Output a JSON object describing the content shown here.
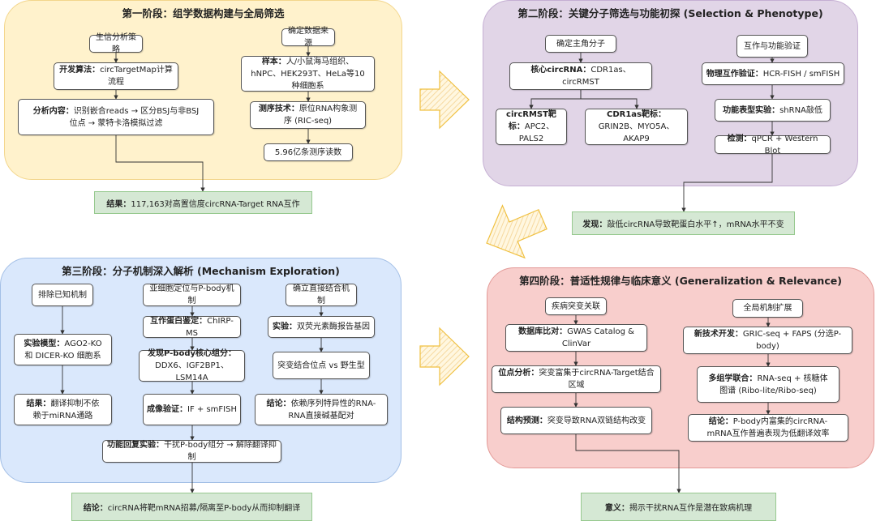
{
  "colors": {
    "stage1": "#fff2cc",
    "stage2": "#e1d5e7",
    "stage3": "#dae8fc",
    "stage4": "#f8cecc",
    "result": "#d5e8d4",
    "arrow": "#f0c040"
  },
  "stages": [
    {
      "title": "第一阶段：组学数据构建与全局筛选",
      "boxes": [
        {
          "bold": "",
          "text": "生信分析策略"
        },
        {
          "bold": "开发算法：",
          "text": "circTargetMap计算流程"
        },
        {
          "bold": "分析内容：",
          "text": "识别嵌合reads → 区分BSJ与非BSJ位点 → 蒙特卡洛模拟过滤"
        },
        {
          "bold": "",
          "text": "确定数据来源"
        },
        {
          "bold": "样本：",
          "text": "人/小鼠海马组织、hNPC、HEK293T、HeLa等10种细胞系"
        },
        {
          "bold": "测序技术：",
          "text": "原位RNA构象测序 (RIC-seq)"
        },
        {
          "bold": "",
          "text": "5.96亿条测序读数"
        }
      ],
      "result": {
        "bold": "结果：",
        "text": "117,163对高置信度circRNA-Target RNA互作"
      }
    },
    {
      "title": "第二阶段：关键分子筛选与功能初探 (Selection & Phenotype)",
      "boxes": [
        {
          "bold": "",
          "text": "确定主角分子"
        },
        {
          "bold": "核心circRNA：",
          "text": "CDR1as、circRMST"
        },
        {
          "bold": "circRMST靶标：",
          "text": "APC2、PALS2"
        },
        {
          "bold": "CDR1as靶标：",
          "text": "GRIN2B、MYO5A、AKAP9"
        },
        {
          "bold": "",
          "text": "互作与功能验证"
        },
        {
          "bold": "物理互作验证：",
          "text": "HCR-FISH / smFISH"
        },
        {
          "bold": "功能表型实验：",
          "text": "shRNA敲低"
        },
        {
          "bold": "检测：",
          "text": "qPCR  + Western Blot"
        }
      ],
      "result": {
        "bold": "发现：",
        "text": "敲低circRNA导致靶蛋白水平↑，mRNA水平不变"
      }
    },
    {
      "title": "第三阶段：分子机制深入解析 (Mechanism Exploration)",
      "boxes": [
        {
          "bold": "",
          "text": "排除已知机制"
        },
        {
          "bold": "实验模型：",
          "text": "AGO2-KO 和 DICER-KO 细胞系"
        },
        {
          "bold": "结果：",
          "text": "翻译抑制不依赖于miRNA通路"
        },
        {
          "bold": "",
          "text": "亚细胞定位与P-body机制"
        },
        {
          "bold": "互作蛋白鉴定：",
          "text": "ChIRP-MS"
        },
        {
          "bold": "发现P-body核心组分：",
          "text": "DDX6、IGF2BP1、LSM14A"
        },
        {
          "bold": "成像验证：",
          "text": "IF + smFISH"
        },
        {
          "bold": "",
          "text": "确立直接结合机制"
        },
        {
          "bold": "实验：",
          "text": "双荧光素酶报告基因"
        },
        {
          "bold": "",
          "text": "突变结合位点 vs 野生型"
        },
        {
          "bold": "结论：",
          "text": "依赖序列特异性的RNA-RNA直接碱基配对"
        },
        {
          "bold": "功能回复实验：",
          "text": "干扰P-body组分 → 解除翻译抑制"
        }
      ],
      "result": {
        "bold": "结论：",
        "text": "circRNA将靶mRNA招募/隔离至P-body从而抑制翻译"
      }
    },
    {
      "title": "第四阶段：普适性规律与临床意义 (Generalization & Relevance)",
      "boxes": [
        {
          "bold": "",
          "text": "疾病突变关联"
        },
        {
          "bold": "数据库比对：",
          "text": "GWAS Catalog & ClinVar"
        },
        {
          "bold": "位点分析：",
          "text": "突变富集于circRNA-Target结合区域"
        },
        {
          "bold": "结构预测：",
          "text": "突变导致RNA双链结构改变"
        },
        {
          "bold": "",
          "text": "全局机制扩展"
        },
        {
          "bold": "新技术开发：",
          "text": "GRIC-seq + FAPS (分选P-body)"
        },
        {
          "bold": "多组学联合：",
          "text": "RNA-seq + 核糖体图谱 (Ribo-lite/Ribo-seq)"
        },
        {
          "bold": "结论：",
          "text": "P-body内富集的circRNA-mRNA互作普遍表现为低翻译效率"
        }
      ],
      "result": {
        "bold": "意义：",
        "text": "揭示干扰RNA互作是潜在致病机理"
      }
    }
  ]
}
